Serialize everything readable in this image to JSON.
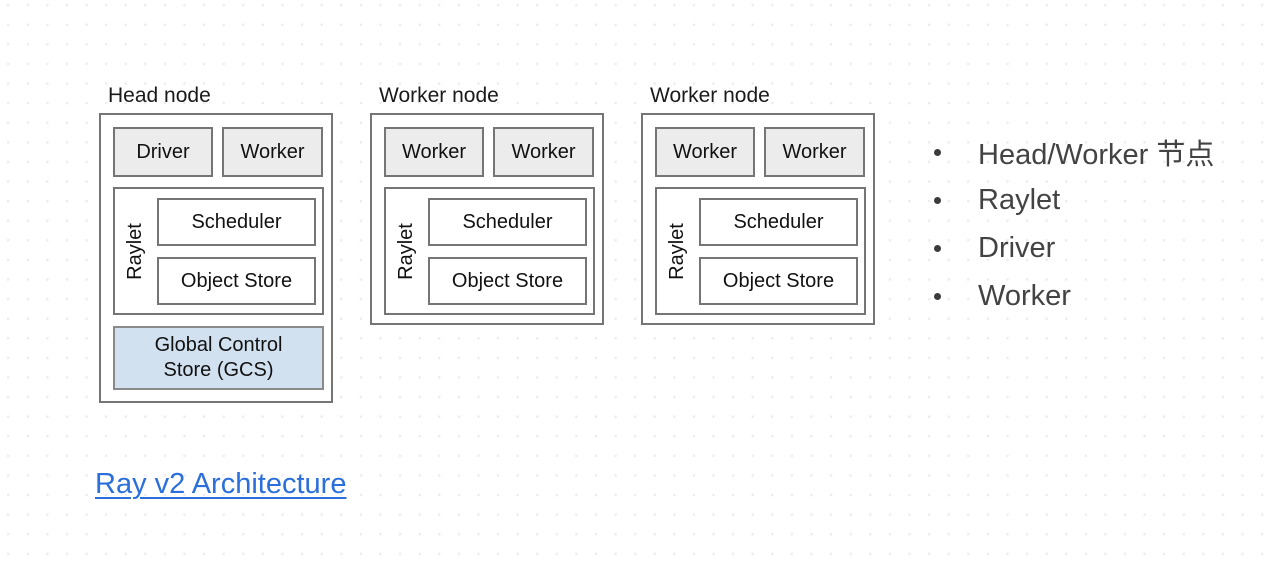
{
  "canvas": {
    "background": "#ffffff",
    "grid": "dot-grid",
    "grid_dot_color": "#ededf0"
  },
  "nodes": [
    {
      "id": "head-node",
      "title": "Head node",
      "units": [
        "Driver",
        "Worker"
      ],
      "raylet": {
        "label": "Raylet",
        "components": [
          "Scheduler",
          "Object Store"
        ]
      },
      "gcs": {
        "line1": "Global Control",
        "line2": "Store (GCS)",
        "fill": "#d2e1f0"
      }
    },
    {
      "id": "worker-node-1",
      "title": "Worker node",
      "units": [
        "Worker",
        "Worker"
      ],
      "raylet": {
        "label": "Raylet",
        "components": [
          "Scheduler",
          "Object Store"
        ]
      },
      "gcs": null
    },
    {
      "id": "worker-node-2",
      "title": "Worker node",
      "units": [
        "Worker",
        "Worker"
      ],
      "raylet": {
        "label": "Raylet",
        "components": [
          "Scheduler",
          "Object Store"
        ]
      },
      "gcs": null
    }
  ],
  "bullets": [
    "Head/Worker 节点",
    "Raylet",
    "Driver",
    "Worker"
  ],
  "link": {
    "label": "Ray v2 Architecture",
    "color": "#2a6fdb"
  }
}
